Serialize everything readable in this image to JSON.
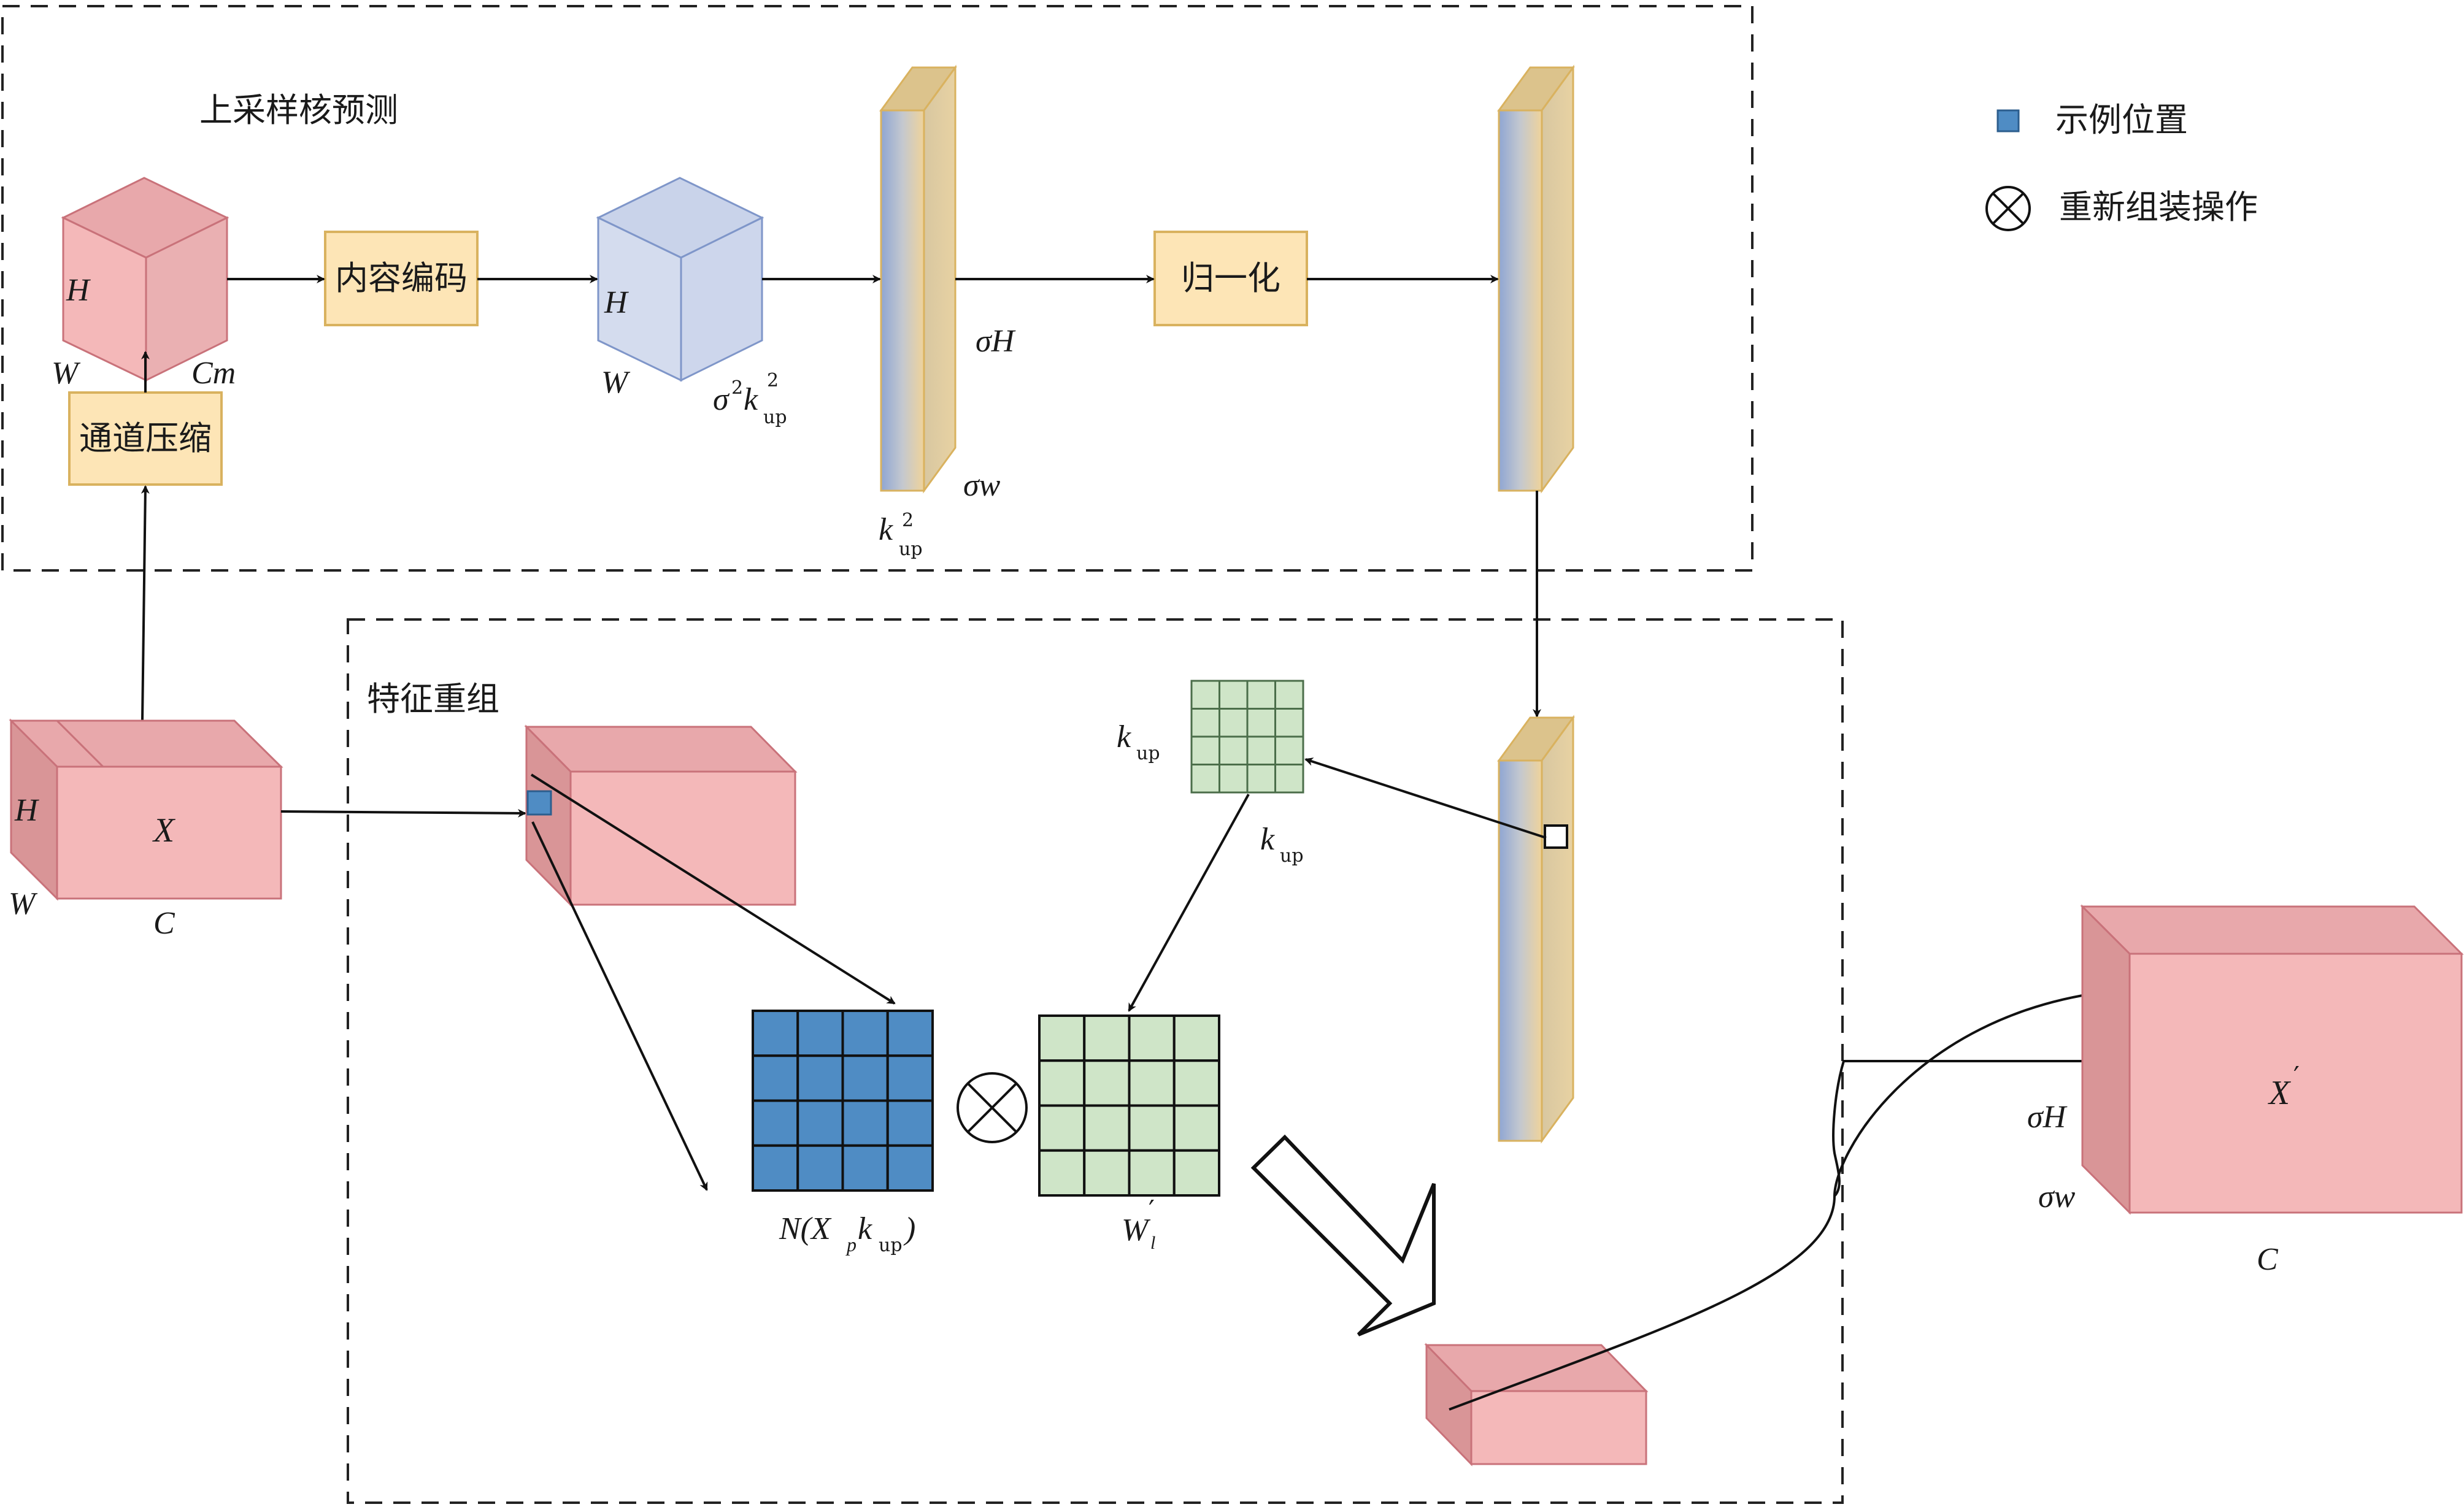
{
  "legend": {
    "example_position": "示例位置",
    "reassemble_op": "重新组装操作"
  },
  "sections": {
    "kernel_prediction": "上采样核预测",
    "feature_reassembly": "特征重组"
  },
  "blocks": {
    "channel_compress": "通道压缩",
    "content_encode": "内容编码",
    "normalize": "归一化"
  },
  "labels": {
    "H": "H",
    "W": "W",
    "Cm": "Cm",
    "sigma": "σ",
    "k": "k",
    "up": "up",
    "sup2": "2",
    "sigmaH": "σH",
    "sigmaw": "σw",
    "X": "X",
    "C": "C",
    "X_prime": "X′",
    "N_open": "N(X",
    "N_p": "p",
    "N_close": ")",
    "W_main": "W",
    "W_sub": "l",
    "W_prime": "′",
    "otimes": "⊗"
  },
  "colors": {
    "pink_face": "#f4b8b9",
    "pink_top": "#e8a8ab",
    "pink_side": "#d99597",
    "pink_edge": "#c9727a",
    "blue_cube": "#d4dcee",
    "blue_cube_top": "#c9d3ea",
    "blue_cube_side": "#bfcbe5",
    "blue_edge": "#7f96c9",
    "yellow_box": "#fde5b6",
    "yellow_edge": "#d9b25f",
    "green_grid": "#cfe5c8",
    "green_edge": "#6c9a6a",
    "blue_grid": "#4f8cc4",
    "tensor_blue": "#a6b6d8",
    "tensor_tan": "#ecd4a4"
  }
}
